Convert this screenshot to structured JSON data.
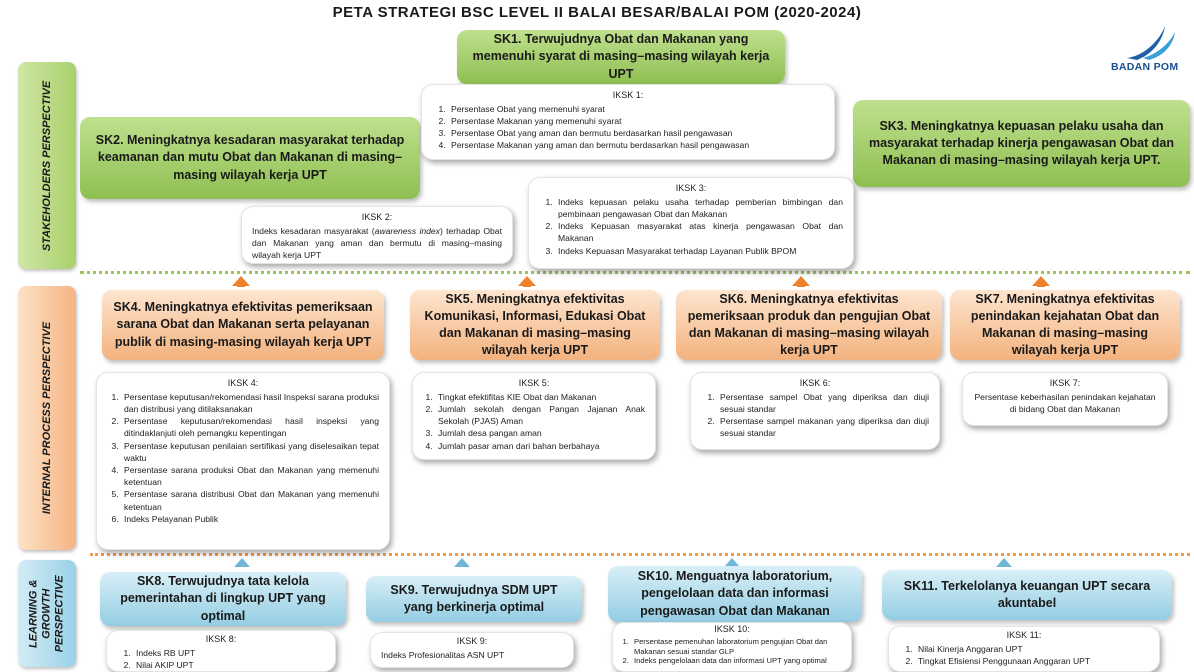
{
  "title": "PETA STRATEGI BSC LEVEL II BALAI BESAR/BALAI POM (2020-2024)",
  "logo_text": "BADAN POM",
  "perspectives": {
    "stakeholders": "STAKEHOLDERS PERSPECTIVE",
    "internal": "INTERNAL PROCESS PERSPECTIVE",
    "learning": "LEARNING & GROWTH PERSPECTIVE"
  },
  "sk": {
    "sk1": "SK1. Terwujudnya Obat dan Makanan yang memenuhi syarat di masing–masing wilayah kerja UPT",
    "sk2": "SK2. Meningkatnya kesadaran masyarakat terhadap keamanan dan mutu Obat dan Makanan di masing–masing wilayah kerja UPT",
    "sk3": "SK3. Meningkatnya kepuasan pelaku usaha dan masyarakat terhadap kinerja pengawasan Obat dan Makanan di masing–masing wilayah kerja UPT.",
    "sk4": "SK4. Meningkatnya efektivitas pemeriksaan sarana Obat dan Makanan serta pelayanan publik di masing-masing wilayah kerja UPT",
    "sk5": "SK5. Meningkatnya efektivitas Komunikasi, Informasi, Edukasi Obat dan Makanan di masing–masing wilayah kerja UPT",
    "sk6": "SK6. Meningkatnya efektivitas pemeriksaan produk dan pengujian Obat dan Makanan di masing–masing wilayah kerja UPT",
    "sk7": "SK7. Meningkatnya efektivitas penindakan kejahatan Obat dan Makanan di masing–masing wilayah kerja UPT",
    "sk8": "SK8. Terwujudnya tata kelola pemerintahan di lingkup UPT yang optimal",
    "sk9": "SK9. Terwujudnya SDM UPT yang berkinerja optimal",
    "sk10": "SK10. Menguatnya laboratorium, pengelolaan data dan informasi pengawasan Obat dan Makanan",
    "sk11": "SK11. Terkelolanya keuangan UPT secara akuntabel"
  },
  "iksk": {
    "iksk1": {
      "heading": "IKSK 1:",
      "items": [
        "Persentase Obat yang memenuhi syarat",
        "Persentase Makanan yang memenuhi syarat",
        "Persentase Obat yang aman dan bermutu berdasarkan hasil pengawasan",
        "Persentase Makanan yang aman dan bermutu berdasarkan hasil pengawasan"
      ]
    },
    "iksk2": {
      "heading": "IKSK 2:",
      "text_a": "Indeks kesadaran masyarakat (",
      "text_em": "awareness index",
      "text_b": ") terhadap Obat dan Makanan yang aman dan bermutu di masing–masing wilayah kerja UPT"
    },
    "iksk3": {
      "heading": "IKSK 3:",
      "items": [
        "Indeks kepuasan pelaku usaha terhadap pemberian bimbingan dan pembinaan pengawasan Obat dan Makanan",
        "Indeks Kepuasan masyarakat atas kinerja pengawasan Obat dan Makanan",
        "Indeks Kepuasan Masyarakat terhadap Layanan Publik BPOM"
      ]
    },
    "iksk4": {
      "heading": "IKSK 4:",
      "items": [
        "Persentase keputusan/rekomendasi hasil Inspeksi sarana produksi dan distribusi yang ditilaksanakan",
        "Persentase keputusan/rekomendasi hasil inspeksi yang ditindaklanjuti oleh pemangku kepentingan",
        "Persentase keputusan penilaian sertifikasi yang diselesaikan tepat waktu",
        "Persentase sarana produksi Obat dan Makanan yang memenuhi ketentuan",
        "Persentase sarana distribusi Obat dan Makanan yang memenuhi ketentuan",
        "Indeks Pelayanan Publik"
      ]
    },
    "iksk5": {
      "heading": "IKSK 5:",
      "items": [
        "Tingkat efektifitas KIE Obat dan Makanan",
        "Jumlah sekolah dengan Pangan Jajanan Anak Sekolah (PJAS) Aman",
        "Jumlah desa pangan aman",
        "Jumlah pasar aman dari bahan berbahaya"
      ]
    },
    "iksk6": {
      "heading": "IKSK 6:",
      "items": [
        "Persentase sampel Obat yang diperiksa dan diuji sesuai standar",
        "Persentase sampel makanan yang diperiksa dan diuji sesuai standar"
      ]
    },
    "iksk7": {
      "heading": "IKSK 7:",
      "text": "Persentase keberhasilan penindakan kejahatan di bidang Obat dan Makanan"
    },
    "iksk8": {
      "heading": "IKSK 8:",
      "items": [
        "Indeks RB UPT",
        "Nilai AKIP UPT"
      ]
    },
    "iksk9": {
      "heading": "IKSK 9:",
      "text": "Indeks Profesionalitas ASN UPT"
    },
    "iksk10": {
      "heading": "IKSK 10:",
      "items": [
        "Persentase pemenuhan laboratorium pengujian Obat dan Makanan sesuai standar GLP",
        "Indeks pengelolaan data dan informasi UPT yang optimal"
      ]
    },
    "iksk11": {
      "heading": "IKSK 11:",
      "items": [
        "Nilai Kinerja Anggaran UPT",
        "Tingkat Efisiensi Penggunaan Anggaran UPT"
      ]
    }
  },
  "colors": {
    "stakeholder": "#9cc95d",
    "internal": "#f3b27e",
    "learning": "#94cde3",
    "arrow_orange": "#f0822d",
    "arrow_blue": "#6fb7d6",
    "logo": "#1b4f8f"
  }
}
